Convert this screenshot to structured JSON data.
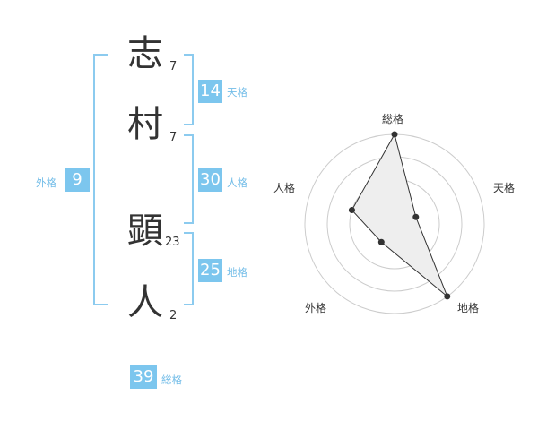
{
  "name": {
    "chars": [
      {
        "char": "志",
        "strokes": "7"
      },
      {
        "char": "村",
        "strokes": "7"
      },
      {
        "char": "顕",
        "strokes": "23"
      },
      {
        "char": "人",
        "strokes": "2"
      }
    ]
  },
  "kaku": {
    "gaikaku": {
      "label": "外格",
      "value": "9"
    },
    "tenkaku": {
      "label": "天格",
      "value": "14"
    },
    "jinkaku": {
      "label": "人格",
      "value": "30"
    },
    "chikaku": {
      "label": "地格",
      "value": "25"
    },
    "soukaku": {
      "label": "総格",
      "value": "39"
    }
  },
  "chart_data": {
    "type": "radar",
    "axes": [
      "総格",
      "天格",
      "地格",
      "外格",
      "人格"
    ],
    "values": [
      4,
      1,
      4,
      1,
      2
    ],
    "rmax": 4,
    "rings": 4,
    "colors": {
      "fill": "#eeeeee",
      "stroke": "#333333",
      "ring": "#cccccc",
      "center": "#cccccc"
    }
  }
}
